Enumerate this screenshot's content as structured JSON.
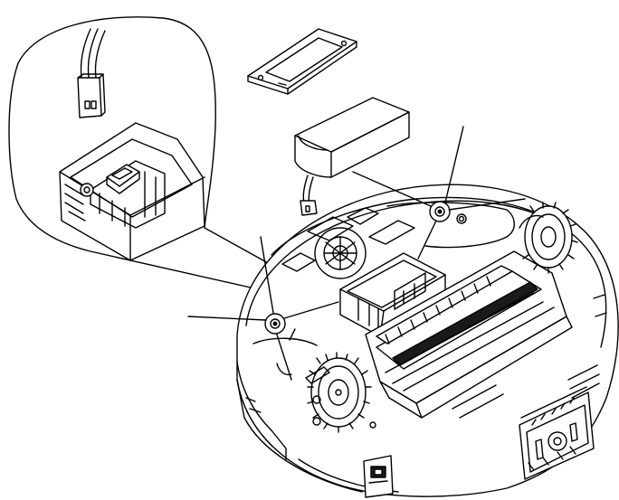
{
  "diagram": {
    "components": [
      {
        "id": "battery-cover",
        "icon": "battery-cover-plate"
      },
      {
        "id": "battery-pack",
        "icon": "battery-pack"
      },
      {
        "id": "battery-connector-detail",
        "icon": "magnified-connector-callout"
      },
      {
        "id": "robot-base",
        "icon": "robot-vacuum-underside"
      }
    ],
    "colors": {
      "stroke": "#000000",
      "fill": "#ffffff",
      "indicator": "#1a1a1a"
    }
  }
}
